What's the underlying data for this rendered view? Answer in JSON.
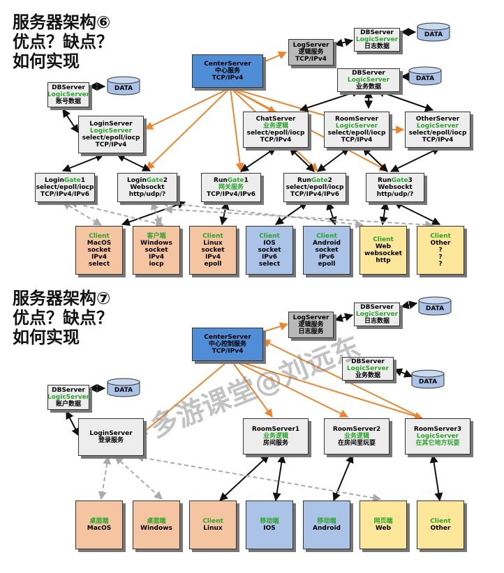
{
  "section1": {
    "title": "服务器架构⑥\n优点？缺点？\n如何实现",
    "center": {
      "l1": "CenterServer",
      "l2": "中心服务",
      "l3": "TCP/IPv4"
    },
    "log": {
      "l1": "LogServer",
      "l2": "逻辑服务",
      "l3": "TCP/IPv4"
    },
    "log_db": {
      "l1": "DBServer",
      "l2": "LogicServer",
      "l3": "日志数据"
    },
    "biz_db": {
      "l1": "DBServer",
      "l2": "LogicServer",
      "l3": "业务数据"
    },
    "acct_db": {
      "l1": "DBServer",
      "l2": "LogicServer",
      "l3": "账号数据"
    },
    "data_label": "DATA",
    "login": {
      "l1": "LoginServer",
      "l2": "LogicServer",
      "l3": "select/epoll/iocp",
      "l4": "TCP/IPv4"
    },
    "chat": {
      "l1": "ChatServer",
      "l2": "业务逻辑",
      "l3": "select/epoll/iocp",
      "l4": "TCP/IPv4"
    },
    "room": {
      "l1": "RoomServer",
      "l2": "LogicServer",
      "l3": "select/epoll/iocp",
      "l4": "TCP/IPv4"
    },
    "other": {
      "l1": "OtherServer",
      "l2": "LogicServer",
      "l3": "select/epoll/iocp",
      "l4": "TCP/IPv4"
    },
    "gates": [
      {
        "a": "Login",
        "b": "Gate",
        "c": "1",
        "l2": "select/epoll/iocp",
        "l3": "TCP/IPv4/IPv6"
      },
      {
        "a": "Login",
        "b": "Gate",
        "c": "2",
        "l2": "Websockt",
        "l3": "http/udp/?"
      },
      {
        "a": "Run",
        "b": "Gate",
        "c": "1",
        "l2": "网关服务",
        "l3": "TCP/IPv4/IPv6"
      },
      {
        "a": "Run",
        "b": "Gate",
        "c": "2",
        "l2": "select/epoll/iocp",
        "l3": "TCP/IPv4/IPv6"
      },
      {
        "a": "Run",
        "b": "Gate",
        "c": "3",
        "l2": "Websockt",
        "l3": "http/udp/?"
      }
    ],
    "clients": [
      {
        "h": "Client",
        "lines": [
          "MacOS",
          "socket",
          "IPv4",
          "select"
        ]
      },
      {
        "h": "客户端",
        "lines": [
          "Windows",
          "socket",
          "IPv4",
          "iocp"
        ]
      },
      {
        "h": "Client",
        "lines": [
          "Linux",
          "socket",
          "IPv4",
          "epoll"
        ]
      },
      {
        "h": "Client",
        "lines": [
          "IOS",
          "socket",
          "IPv6",
          "select"
        ]
      },
      {
        "h": "Client",
        "lines": [
          "Android",
          "socket",
          "IPv6",
          "epoll"
        ]
      },
      {
        "h": "Client",
        "lines": [
          "Web",
          "websocket",
          "http"
        ]
      },
      {
        "h": "Client",
        "lines": [
          "Other",
          "?",
          "?",
          "?"
        ]
      }
    ]
  },
  "section2": {
    "title": "服务器架构⑦\n优点？缺点？\n如何实现",
    "center": {
      "l1": "CenterServer",
      "l2": "中心控制服务",
      "l3": "TCP/IPv4"
    },
    "log": {
      "l1": "LogServer",
      "l2": "逻辑服务",
      "l3": "日志服务"
    },
    "log_db": {
      "l1": "DBServer",
      "l2": "LogicServer",
      "l3": "日志数据"
    },
    "biz_db": {
      "l1": "DBServer",
      "l2": "LogicServer",
      "l3": "业务数据"
    },
    "acct_db": {
      "l1": "DBServer",
      "l2": "LogicServer",
      "l3": "账户数据"
    },
    "data_label": "DATA",
    "login": {
      "l1": "LoginServer",
      "l2": "登录服务"
    },
    "rooms": [
      {
        "l1": "RoomServer1",
        "l2": "业务逻辑",
        "l3": "房间服务"
      },
      {
        "l1": "RoomServer2",
        "l2": "业务逻辑",
        "l3": "在房间里玩耍"
      },
      {
        "l1": "RoomServer3",
        "l2": "LogicServer",
        "l3": "在其它地方玩耍"
      }
    ],
    "clients": [
      {
        "h": "桌面端",
        "l": "MacOS"
      },
      {
        "h": "桌面端",
        "l": "Windows"
      },
      {
        "h": "Client",
        "l": "Linux"
      },
      {
        "h": "移动端",
        "l": "IOS"
      },
      {
        "h": "移动端",
        "l": "Android"
      },
      {
        "h": "网页端",
        "l": "Web"
      },
      {
        "h": "Client",
        "l": "Other"
      }
    ]
  },
  "watermark": "多游课堂@刘远东",
  "colors": {
    "orange_arrow": "#f0842a",
    "center": "#4f8ed6",
    "gray": "#ededed",
    "log": "#b9b9b9",
    "client_orange": "#f4c5a0",
    "client_blue": "#aac3e6",
    "client_yellow": "#fbe69a",
    "green_text": "#2aa52a"
  }
}
